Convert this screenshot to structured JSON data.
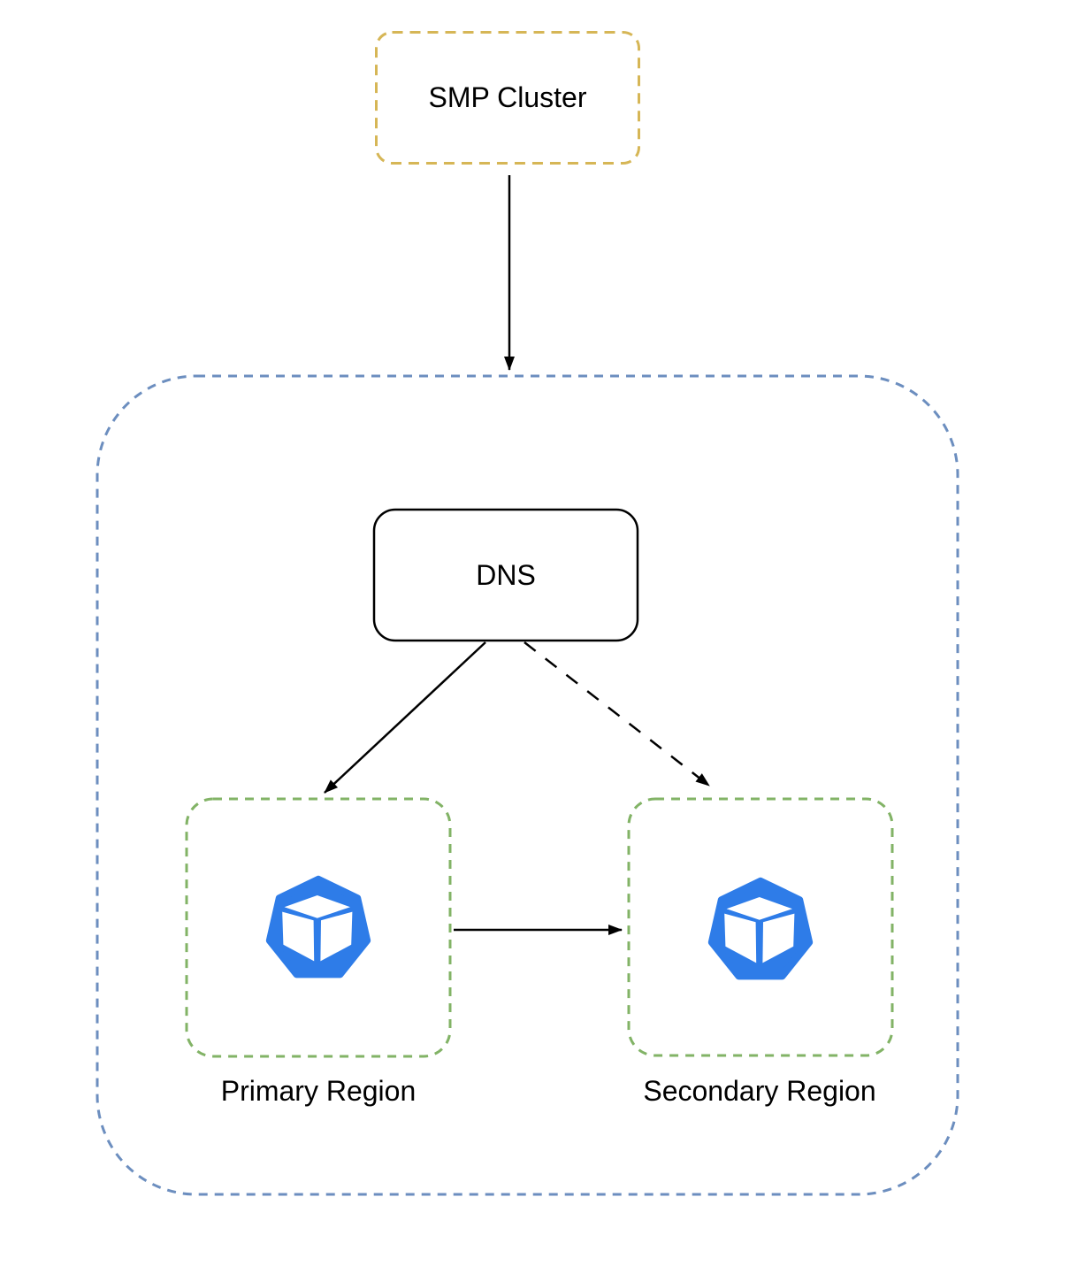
{
  "diagram": {
    "type": "architecture-diagram",
    "nodes": {
      "smp_cluster": {
        "label": "SMP Cluster",
        "border_style": "dashed",
        "border_color": "#d6b656"
      },
      "dns_container": {
        "label": "",
        "border_style": "dashed",
        "border_color": "#6c8ebf"
      },
      "dns": {
        "label": "DNS",
        "border_style": "solid",
        "border_color": "#000000"
      },
      "primary_region": {
        "label": "Primary Region",
        "border_style": "dashed",
        "border_color": "#82b366",
        "icon": "cube-heptagon-icon"
      },
      "secondary_region": {
        "label": "Secondary Region",
        "border_style": "dashed",
        "border_color": "#82b366",
        "icon": "cube-heptagon-icon"
      }
    },
    "edges": [
      {
        "from": "SMP Cluster",
        "to": "DNS container",
        "style": "solid-arrow"
      },
      {
        "from": "DNS",
        "to": "Primary Region",
        "style": "solid-arrow"
      },
      {
        "from": "DNS",
        "to": "Secondary Region",
        "style": "dashed-arrow"
      },
      {
        "from": "Primary Region",
        "to": "Secondary Region",
        "style": "solid-arrow"
      }
    ],
    "colors": {
      "smp_cluster_border": "#d6b656",
      "outer_container_border": "#6c8ebf",
      "region_border": "#82b366",
      "dns_border": "#000000",
      "icon_fill": "#2e7ce8",
      "arrow": "#000000",
      "canvas_background": "#ffffff",
      "text": "#000000"
    }
  }
}
